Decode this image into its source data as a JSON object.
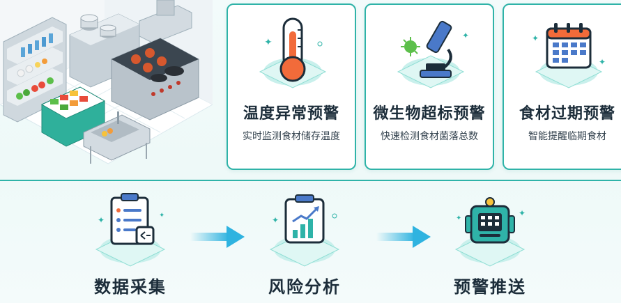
{
  "alerts": [
    {
      "title": "温度异常预警",
      "desc": "实时监测食材储存温度",
      "icon": "thermometer-icon"
    },
    {
      "title": "微生物超标预警",
      "desc": "快速检测食材菌落总数",
      "icon": "microscope-icon"
    },
    {
      "title": "食材过期预警",
      "desc": "智能提醒临期食材",
      "icon": "calendar-icon"
    }
  ],
  "steps": [
    {
      "label": "数据采集",
      "icon": "clipboard-icon"
    },
    {
      "label": "风险分析",
      "icon": "chart-icon"
    },
    {
      "label": "预警推送",
      "icon": "alert-device-icon"
    }
  ],
  "colors": {
    "accent": "#2fb3a8",
    "title": "#1c2d3a",
    "warm": "#f26b3a"
  }
}
